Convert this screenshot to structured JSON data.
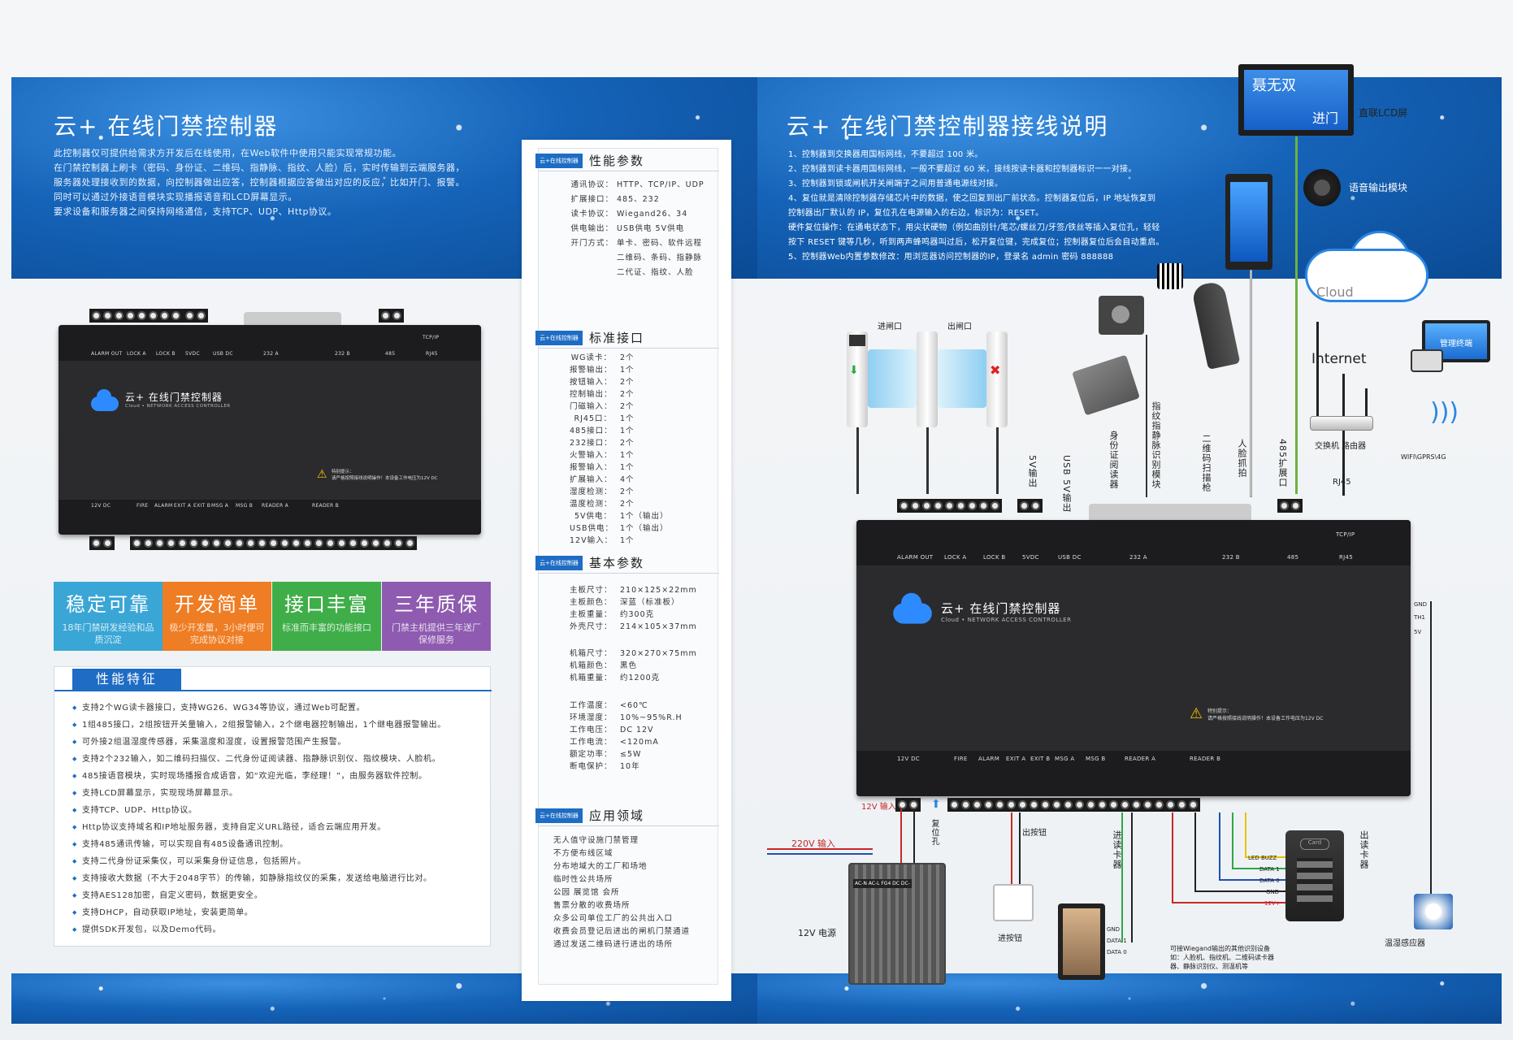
{
  "left": {
    "title": "云+ 在线门禁控制器",
    "intro": [
      "此控制器仅可提供给需求方开发后在线使用，在Web软件中使用只能实现常规功能。",
      "在门禁控制器上刷卡（密码、身份证、二维码、指静脉、指纹、人脸）后，实时传输到云端服务器，",
      "服务器处理接收到的数据，向控制器做出应答，控制器根据应答做出对应的反应，比如开门、报警。",
      "同时可以通过外接语音模块实现播报语音和LCD屏幕显示。",
      "要求设备和服务器之间保持网络通信，支持TCP、UDP、Http协议。"
    ],
    "device": {
      "name": "云+ 在线门禁控制器",
      "en": "Cloud • NETWORK ACCESS CONTROLLER",
      "top_labels": [
        "ALARM OUT",
        "LOCK A",
        "LOCK B",
        "5VDC",
        "USB DC",
        "232 A",
        "232 B",
        "485",
        "RJ45",
        "TCP/IP"
      ],
      "bottom_labels": [
        "12V DC",
        "FIRE",
        "ALARM",
        "EXIT A",
        "EXIT B",
        "MSG A",
        "MSG B",
        "READER A",
        "READER B"
      ],
      "warn_title": "特别提示：",
      "warn_text": "请严格按照接线说明操作！本设备工作电压为12V DC"
    },
    "tiles": [
      {
        "h": "稳定可靠",
        "s": "18年门禁研发经验和品质沉淀",
        "color": "#3aa6d6"
      },
      {
        "h": "开发简单",
        "s": "极少开发量，3小时便可完成协议对接",
        "color": "#ee7d24"
      },
      {
        "h": "接口丰富",
        "s": "标准而丰富的功能接口",
        "color": "#3fae49"
      },
      {
        "h": "三年质保",
        "s": "门禁主机提供三年送厂保修服务",
        "color": "#8e5bb0"
      }
    ],
    "features_title": "性能特征",
    "features": [
      "支持2个WG读卡器接口，支持WG26、WG34等协议，通过Web可配置。",
      "1组485接口，2组按钮开关量输入，2组报警输入，2个继电器控制输出，1个继电器报警输出。",
      "可外接2组温湿度传感器，采集温度和湿度，设置报警范围产生报警。",
      "支持2个232输入，如二维码扫描仪、二代身份证阅读器、指静脉识别仪、指纹模块、人脸机。",
      "485接语音模块，实时现场播报合成语音，如“欢迎光临，李经理！”，由服务器软件控制。",
      "支持LCD屏幕显示，实现现场屏幕显示。",
      "支持TCP、UDP、Http协议。",
      "Http协议支持域名和IP地址服务器，支持自定义URL路径，适合云端应用开发。",
      "支持485通讯传输，可以实现自有485设备通讯控制。",
      "支持二代身份证采集仪，可以采集身份证信息，包括照片。",
      "支持接收大数据（不大于2048字节）的传输，如静脉指纹仪的采集，发送给电脑进行比对。",
      "支持AES128加密，自定义密码，数据更安全。",
      "支持DHCP，自动获取IP地址，安装更简单。",
      "提供SDK开发包，以及Demo代码。"
    ]
  },
  "spec": {
    "tag": "云+在线控制器",
    "perf_title": "性能参数",
    "perf": [
      [
        "通讯协议：",
        "HTTP、TCP/IP、UDP"
      ],
      [
        "扩展接口：",
        "485、232"
      ],
      [
        "读卡协议：",
        "Wiegand26、34"
      ],
      [
        "供电输出：",
        "USB供电  5V供电"
      ],
      [
        "开门方式：",
        "单卡、密码、软件远程"
      ],
      [
        "",
        "二维码、条码、指静脉"
      ],
      [
        "",
        "二代证、指纹、人脸"
      ]
    ],
    "iface_title": "标准接口",
    "iface": [
      [
        "WG读卡：",
        "2个"
      ],
      [
        "报警输出：",
        "1个"
      ],
      [
        "按钮输入：",
        "2个"
      ],
      [
        "控制输出：",
        "2个"
      ],
      [
        "门磁输入：",
        "2个"
      ],
      [
        "RJ45口：",
        "1个"
      ],
      [
        "485接口：",
        "1个"
      ],
      [
        "232接口：",
        "2个"
      ],
      [
        "火警输入：",
        "1个"
      ],
      [
        "报警输入：",
        "1个"
      ],
      [
        "扩展输入：",
        "4个"
      ],
      [
        "湿度检测：",
        "2个"
      ],
      [
        "温度检测：",
        "2个"
      ],
      [
        "5V供电：",
        "1个（输出）"
      ],
      [
        "USB供电：",
        "1个（输出）"
      ],
      [
        "12V输入：",
        "1个"
      ]
    ],
    "basic_title": "基本参数",
    "basic1": [
      [
        "主板尺寸：",
        "210×125×22mm"
      ],
      [
        "主板颜色：",
        "深蓝（标准板）"
      ],
      [
        "主板重量：",
        "约300克"
      ],
      [
        "外壳尺寸：",
        "214×105×37mm"
      ]
    ],
    "basic2": [
      [
        "机箱尺寸：",
        "320×270×75mm"
      ],
      [
        "机箱颜色：",
        "黑色"
      ],
      [
        "机箱重量：",
        "约1200克"
      ]
    ],
    "basic3": [
      [
        "工作温度：",
        "<60℃"
      ],
      [
        "环境湿度：",
        "10%~95%R.H"
      ],
      [
        "工作电压：",
        "DC 12V"
      ],
      [
        "工作电流：",
        "<120mA"
      ],
      [
        "额定功率：",
        "≤5W"
      ],
      [
        "断电保护：",
        "10年"
      ]
    ],
    "app_title": "应用领域",
    "apps": [
      "无人值守设施门禁管理",
      "不方便布线区域",
      "分布地域大的工厂和场地",
      "临时性公共场所",
      "公园  展览馆  会所",
      "售票分散的收费场所",
      "众多公司单位工厂的公共出入口",
      "收费会员登记后进出的闸机门禁通道",
      "通过发送二维码进行进出的场所"
    ]
  },
  "right": {
    "title": "云+ 在线门禁控制器接线说明",
    "steps": [
      "1、控制器到交换器用国标网线，不要超过 100 米。",
      "2、控制器到读卡器用国标网线，一般不要超过 60 米，接线按读卡器和控制器标识一一对接。",
      "3、控制器到锁或闸机开关闸端子之间用普通电源线对接。",
      "4、复位就是清除控制器存储芯片中的数据，使之回复到出厂前状态。控制器复位后，IP 地址恢复到",
      "控制器出厂默认的 IP，复位孔在电源输入的右边，标识为：RESET。",
      "硬件复位操作：在通电状态下，用尖状硬物（例如曲别针/笔芯/螺丝刀/牙签/铁丝等插入复位孔，轻轻",
      "按下 RESET 键等几秒，听到两声蜂鸣器叫过后，松开复位键，完成复位；控制器复位后会自动重启。",
      "5、控制器Web内置参数修改：用浏览器访问控制器的IP，登录名 admin  密码 888888"
    ],
    "lcd_line1": "聂无双",
    "lcd_line2": "进门",
    "lcd_label": "直联LCD屏",
    "voice": "语音输出模块",
    "cloud": "Cloud",
    "internet": "Internet",
    "pc": "管理终端",
    "router": "交换机  路由器",
    "wifi": "WIFI\\GPRS\\4G",
    "rj45": "RJ45",
    "entry": "进闸口",
    "exit": "出闸口",
    "v_labels": [
      "5V输出",
      "USB 5V输出",
      "身份证阅读器",
      "指纹指静脉识别模块",
      "二维码扫描枪",
      "人脸抓拍",
      "485扩展口"
    ],
    "device": {
      "name": "云+ 在线门禁控制器",
      "en": "Cloud • NETWORK ACCESS CONTROLLER",
      "top_labels": [
        "ALARM OUT",
        "LOCK A",
        "LOCK B",
        "5VDC",
        "USB DC",
        "232 A",
        "232 B",
        "485",
        "RJ45",
        "TCP/IP"
      ],
      "bottom_labels": [
        "12V DC",
        "FIRE",
        "ALARM",
        "EXIT A",
        "EXIT B",
        "MSG A",
        "MSG B",
        "READER A",
        "READER B"
      ],
      "warn_title": "特别提示：",
      "warn_text": "请严格按照接线说明操作！本设备工作电压为12V DC"
    },
    "p12v": "12V 输入",
    "p220": "220V 输入",
    "psu": "12V 电源",
    "psu_terms": "AC-N AC-L FG4  DC  DC-",
    "reset": "复位孔",
    "exitbtn": "出按钮",
    "exitbtn2": "进按钮",
    "reader_in": "进读卡器",
    "reader_out": "出读卡器",
    "reader_pins": [
      "LED BUZZ",
      "DATA 1",
      "DATA 0",
      "GND",
      "12V+"
    ],
    "face_pins": [
      "GND",
      "DATA 1",
      "DATA 0"
    ],
    "wiegand_note": [
      "可接Wiegand输出的其他识别设备",
      "如：人脸机、指纹机、二维码读卡器",
      "器、静脉识别仪、测温机等"
    ],
    "temp": "温湿感应器",
    "side_pins": [
      "GND",
      "TH1",
      "5V"
    ]
  }
}
